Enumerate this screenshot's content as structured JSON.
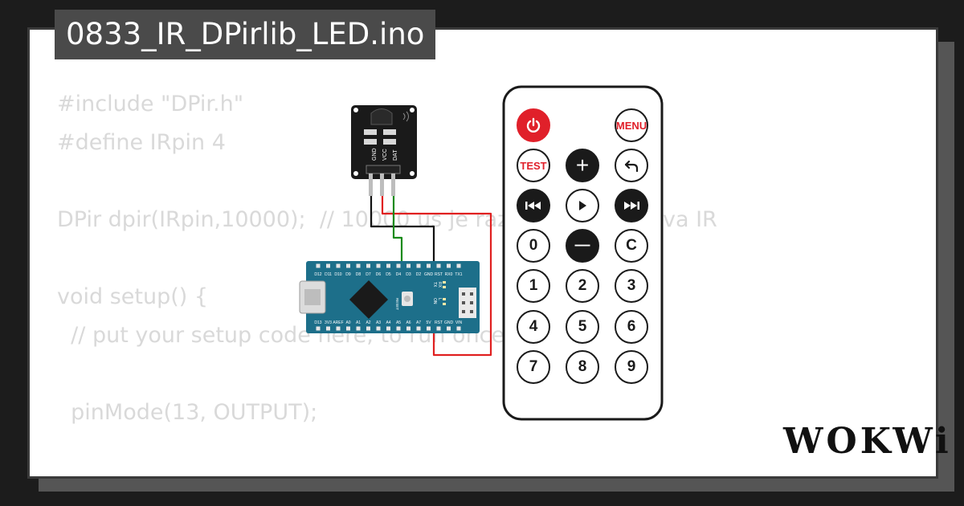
{
  "header": {
    "title": "0833_IR_DPirlib_LED.ino"
  },
  "code_lines": [
    "#include \"DPir.h\"",
    "#define IRpin 4",
    "",
    "DPir dpir(IRpin,10000);  // 10000 us je razmak između dva IR",
    "",
    "void setup() {",
    "  // put your setup code here, to run once:",
    "",
    "  pinMode(13, OUTPUT);",
    "",
    "}"
  ],
  "ir_sensor": {
    "pins": [
      "GND",
      "VCC",
      "DAT"
    ]
  },
  "nano": {
    "top_pins": [
      "D12",
      "D11",
      "D10",
      "D9",
      "D8",
      "D7",
      "D6",
      "D5",
      "D4",
      "D3",
      "D2",
      "GND",
      "RST",
      "RX0",
      "TX1"
    ],
    "bottom_pins": [
      "D13",
      "3V3",
      "AREF",
      "A0",
      "A1",
      "A2",
      "A3",
      "A4",
      "A5",
      "A6",
      "A7",
      "5V",
      "RST",
      "GND",
      "VIN"
    ],
    "labels": {
      "reset": "RESET",
      "tx": "TX",
      "rx": "RX",
      "on": "ON",
      "l": "L"
    }
  },
  "remote": {
    "power_icon": "power-icon",
    "menu": "MENU",
    "test": "TEST",
    "plus": "+",
    "back_icon": "back-icon",
    "prev_icon": "rewind-icon",
    "play_icon": "play-icon",
    "next_icon": "fast-forward-icon",
    "zero": "0",
    "minus": "—",
    "c": "C",
    "digits": [
      "1",
      "2",
      "3",
      "4",
      "5",
      "6",
      "7",
      "8",
      "9"
    ]
  },
  "brand": {
    "logo": "WOKWi"
  },
  "colors": {
    "board": "#1d6f8a",
    "wire_red": "#e02020",
    "wire_green": "#1a8a1a",
    "wire_black": "#111111",
    "remote_red": "#e0202a"
  }
}
